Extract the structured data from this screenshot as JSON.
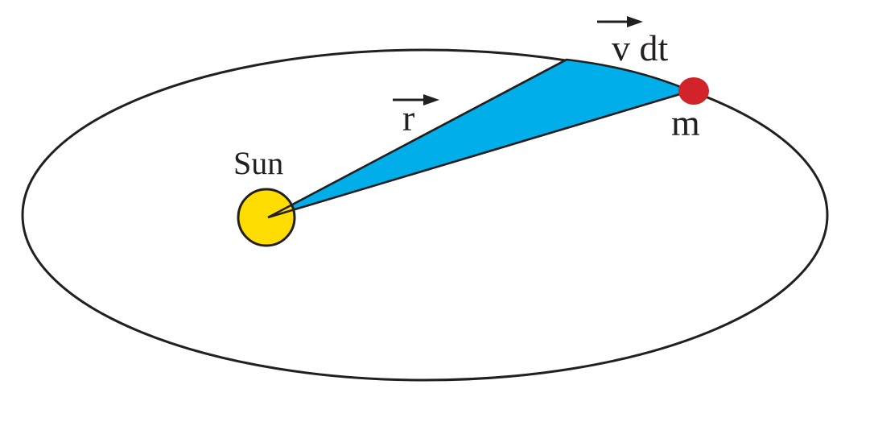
{
  "labels": {
    "sun": "Sun",
    "radius_vector": "r",
    "displacement": "v dt",
    "mass": "m"
  },
  "colors": {
    "orbit_stroke": "#231f20",
    "swept_area": "#00aee9",
    "sun_fill": "#ffdd00",
    "planet_fill": "#d2232a",
    "text": "#231f20"
  }
}
